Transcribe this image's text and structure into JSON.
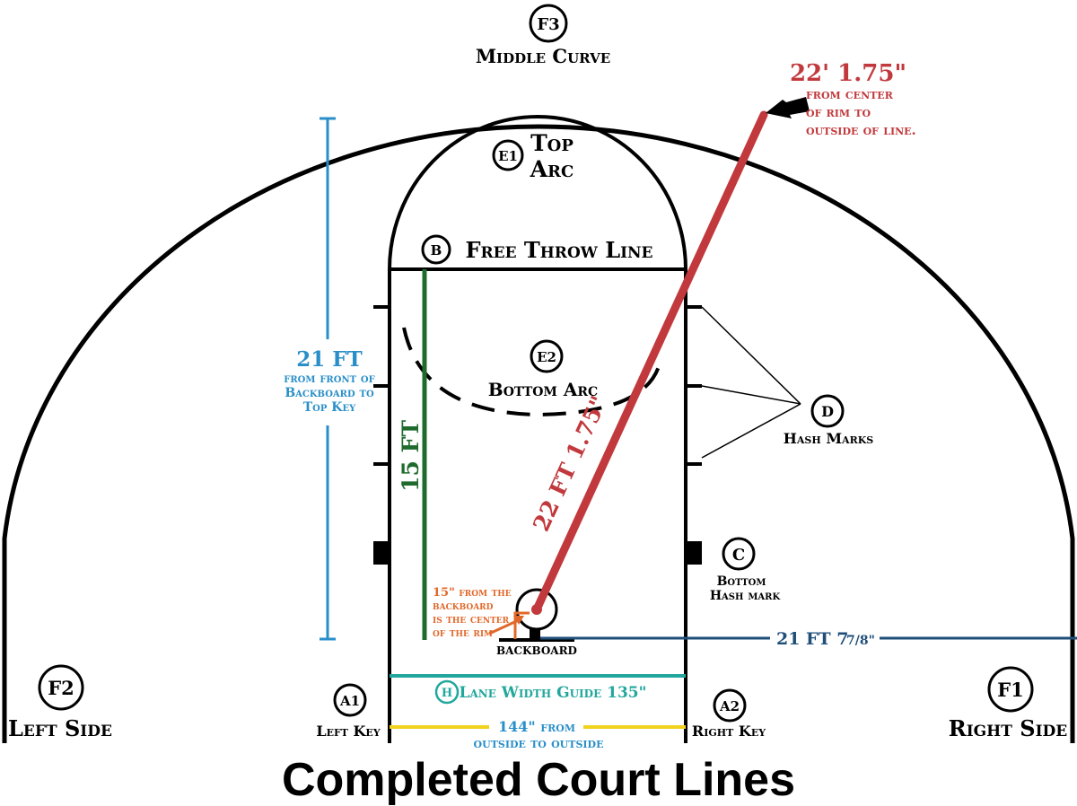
{
  "title": "Completed Court Lines",
  "colors": {
    "line": "#000000",
    "three_point_red": "#c1393c",
    "blue_dim": "#2a8fc8",
    "green_dim": "#1e6b2d",
    "orange_dim": "#e2682a",
    "navy_dim": "#1f4e79",
    "teal_dim": "#22a79c",
    "yellow_dim": "#f1d21d"
  },
  "markers": {
    "f3": "F3",
    "e1": "E1",
    "b": "B",
    "e2": "E2",
    "d": "D",
    "c": "C",
    "h": "H",
    "a1": "A1",
    "a2": "A2",
    "f2": "F2",
    "f1": "F1"
  },
  "labels": {
    "middle_curve": "Middle Curve",
    "top_arc_1": "Top",
    "top_arc_2": "Arc",
    "free_throw_line": "Free Throw Line",
    "bottom_arc": "Bottom Arc",
    "hash_marks": "Hash Marks",
    "bottom_hash_1": "Bottom",
    "bottom_hash_2": "Hash mark",
    "backboard": "BACKBOARD",
    "left_key": "Left Key",
    "right_key": "Right Key",
    "left_side": "Left Side",
    "right_side": "Right Side",
    "lane_width_guide": "Lane Width Guide 135\""
  },
  "dimensions": {
    "corner_value": "22' 1.75\"",
    "corner_note_1": "from center",
    "corner_note_2": "of rim to",
    "corner_note_3": "outside of line.",
    "radius_label": "22 FT 1.75\"",
    "height_value": "21 FT",
    "height_note_1": "from front of",
    "height_note_2": "Backboard to",
    "height_note_3": "Top Key",
    "free_throw_dist": "15 FT",
    "rim_note_1": "15\" from the",
    "rim_note_2": "backboard",
    "rim_note_3": "is the center",
    "rim_note_4": "of the rim",
    "baseline_dist": "21 FT 7",
    "baseline_frac": "7/8\"",
    "key_width_1": "144\" from",
    "key_width_2": "outside to outside"
  }
}
